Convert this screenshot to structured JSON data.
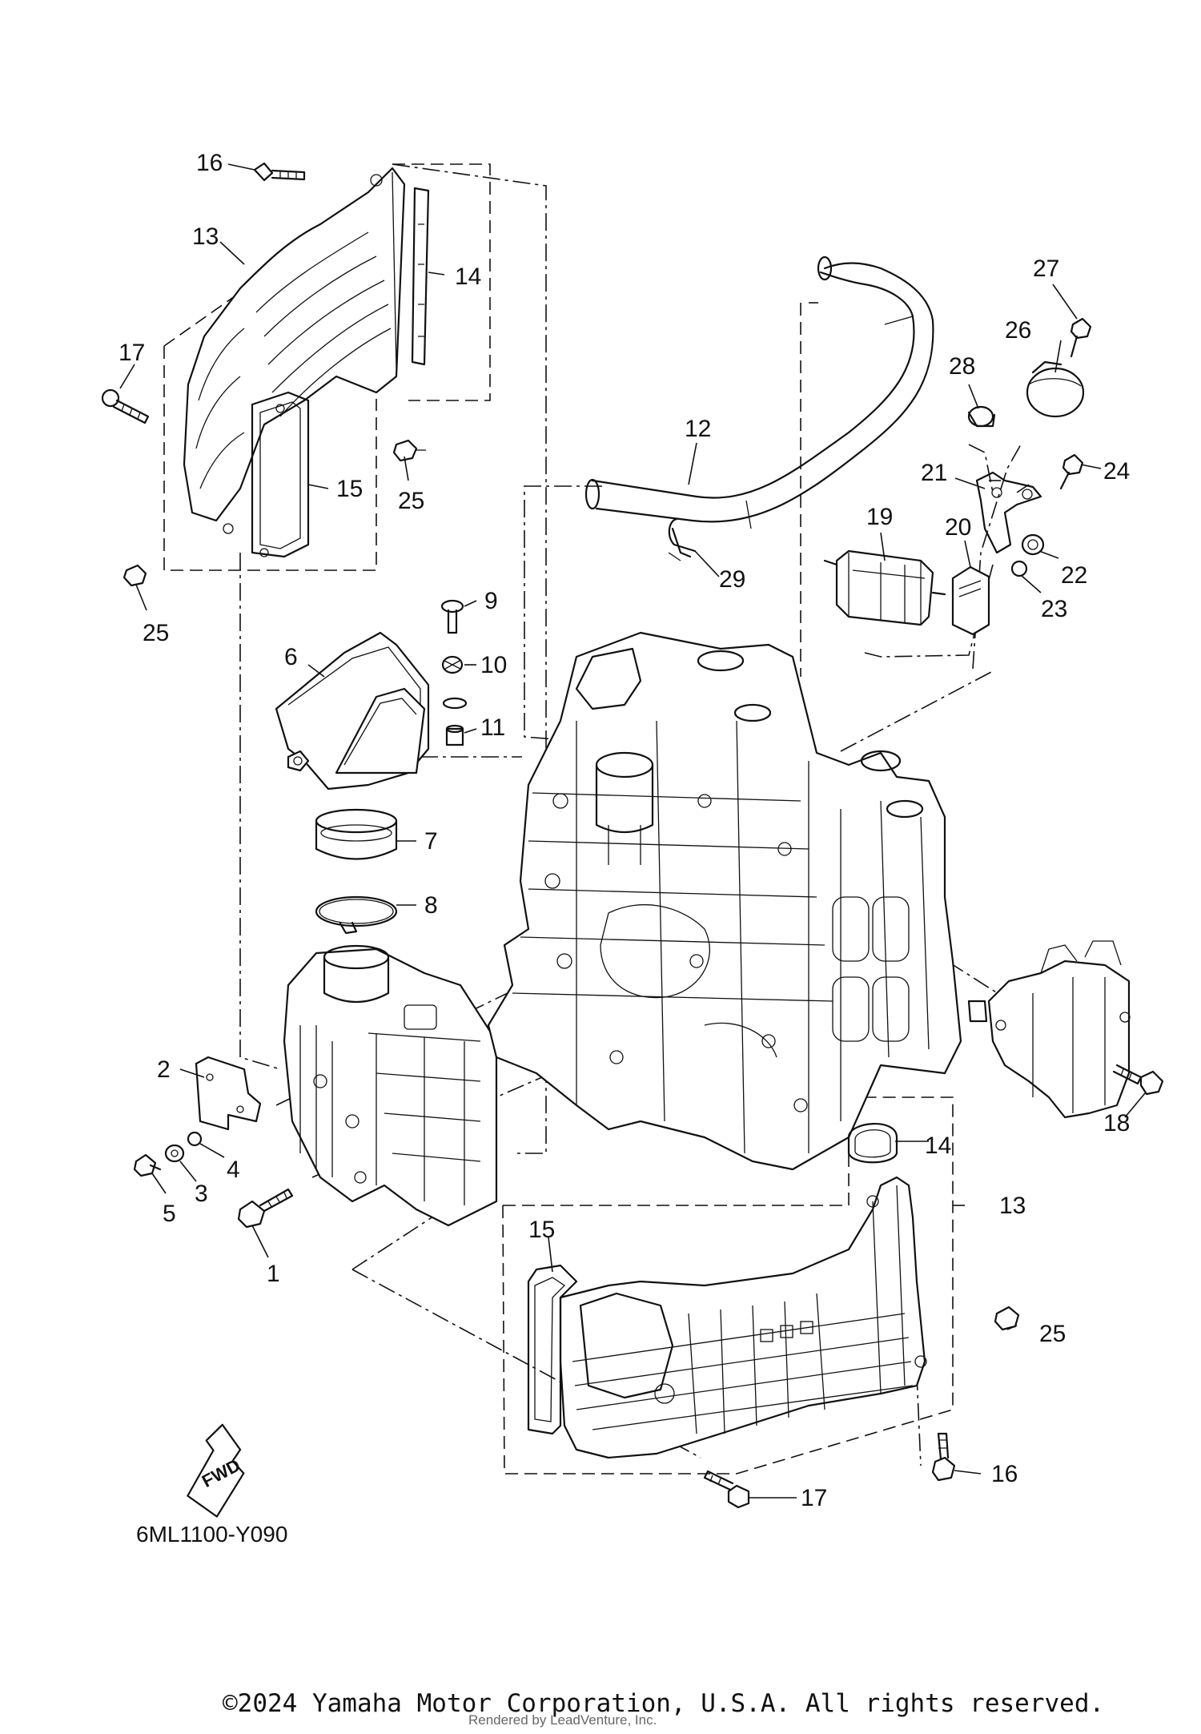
{
  "diagram": {
    "code": "6ML1100-Y090",
    "fwd_label": "FWD",
    "copyright": "©2024 Yamaha Motor Corporation, U.S.A. All rights reserved.",
    "rendered_by": "Rendered by LeadVenture, Inc.",
    "callouts": {
      "c1": "1",
      "c2": "2",
      "c3": "3",
      "c4": "4",
      "c5": "5",
      "c6": "6",
      "c7": "7",
      "c8": "8",
      "c9": "9",
      "c10": "10",
      "c11": "11",
      "c12": "12",
      "c13a": "13",
      "c13b": "13",
      "c14a": "14",
      "c14b": "14",
      "c15a": "15",
      "c15b": "15",
      "c16a": "16",
      "c16b": "16",
      "c17a": "17",
      "c17b": "17",
      "c18": "18",
      "c19": "19",
      "c20": "20",
      "c21": "21",
      "c22": "22",
      "c23": "23",
      "c24": "24",
      "c25a": "25",
      "c25b": "25",
      "c25c": "25",
      "c26": "26",
      "c27": "27",
      "c28": "28",
      "c29": "29"
    }
  }
}
